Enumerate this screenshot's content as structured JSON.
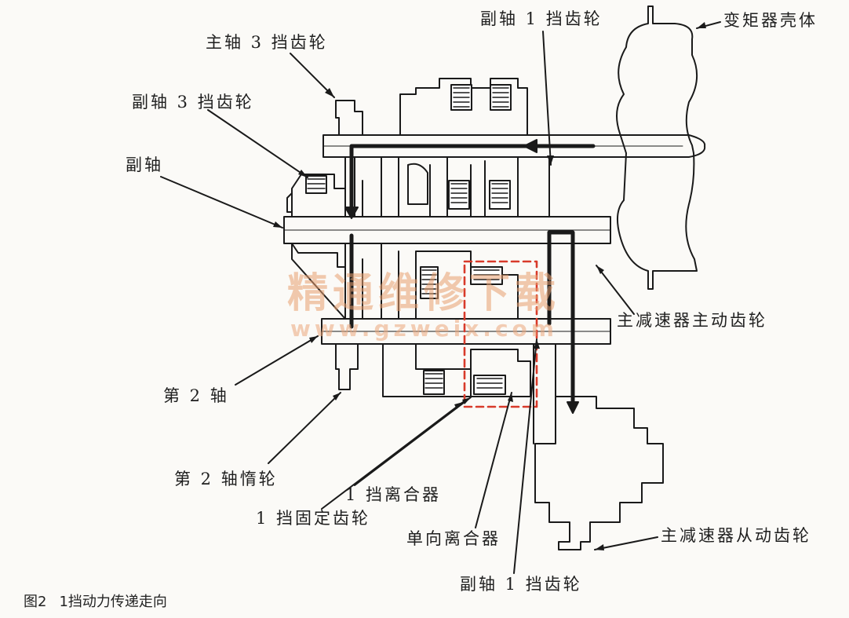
{
  "labels": {
    "main3": "主轴 3 挡齿轮",
    "counter3": "副轴 3 挡齿轮",
    "countershaft": "副轴",
    "counter1_top": "副轴 1 挡齿轮",
    "converter": "变矩器壳体",
    "final_drive": "主减速器主动齿轮",
    "second_shaft": "第 2 轴",
    "second_idler": "第 2 轴惰轮",
    "clutch1": "1 挡离合器",
    "fixed1": "1 挡固定齿轮",
    "oneway": "单向离合器",
    "final_driven": "主减速器从动齿轮",
    "counter1_bottom": "副轴 1 挡齿轮"
  },
  "caption": {
    "fig": "图2",
    "text": "1挡动力传递走向"
  },
  "watermark": {
    "cn": "精通维修下载",
    "url": "www.gzweix.com"
  },
  "colors": {
    "ink": "#1a1a1a",
    "highlight_box": "#d83a2a",
    "background": "#fbfaf7"
  }
}
